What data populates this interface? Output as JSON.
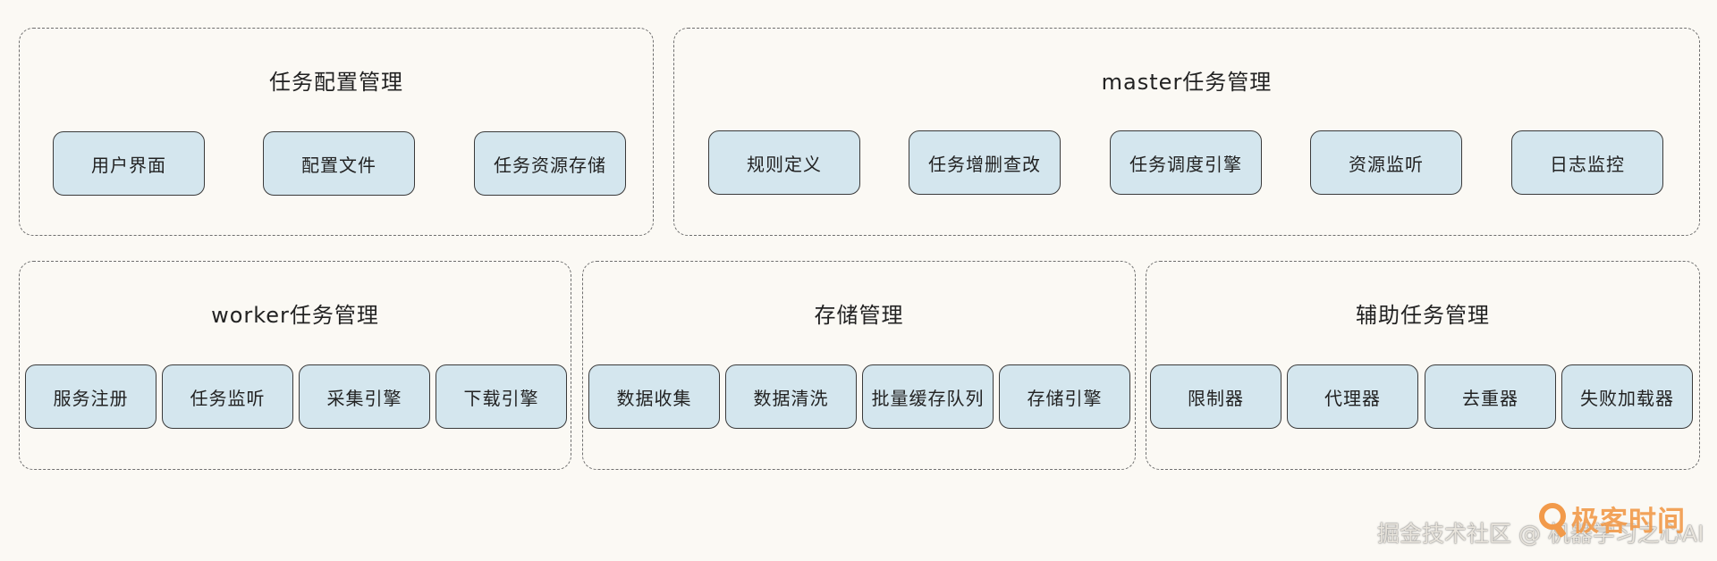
{
  "groups": {
    "config": {
      "title": "任务配置管理",
      "items": [
        "用户界面",
        "配置文件",
        "任务资源存储"
      ]
    },
    "master": {
      "title": "master任务管理",
      "items": [
        "规则定义",
        "任务增删查改",
        "任务调度引擎",
        "资源监听",
        "日志监控"
      ]
    },
    "worker": {
      "title": "worker任务管理",
      "items": [
        "服务注册",
        "任务监听",
        "采集引擎",
        "下载引擎"
      ]
    },
    "storage": {
      "title": "存储管理",
      "items": [
        "数据收集",
        "数据清洗",
        "批量缓存队列",
        "存储引擎"
      ]
    },
    "aux": {
      "title": "辅助任务管理",
      "items": [
        "限制器",
        "代理器",
        "去重器",
        "失败加载器"
      ]
    }
  },
  "footer": {
    "watermark": "掘金技术社区 @ 机器学习之心AI",
    "logo_text": "极客时间"
  },
  "colors": {
    "box_fill": "#d4e6ee",
    "background": "#fbf9f4",
    "logo": "#f29a4a"
  }
}
